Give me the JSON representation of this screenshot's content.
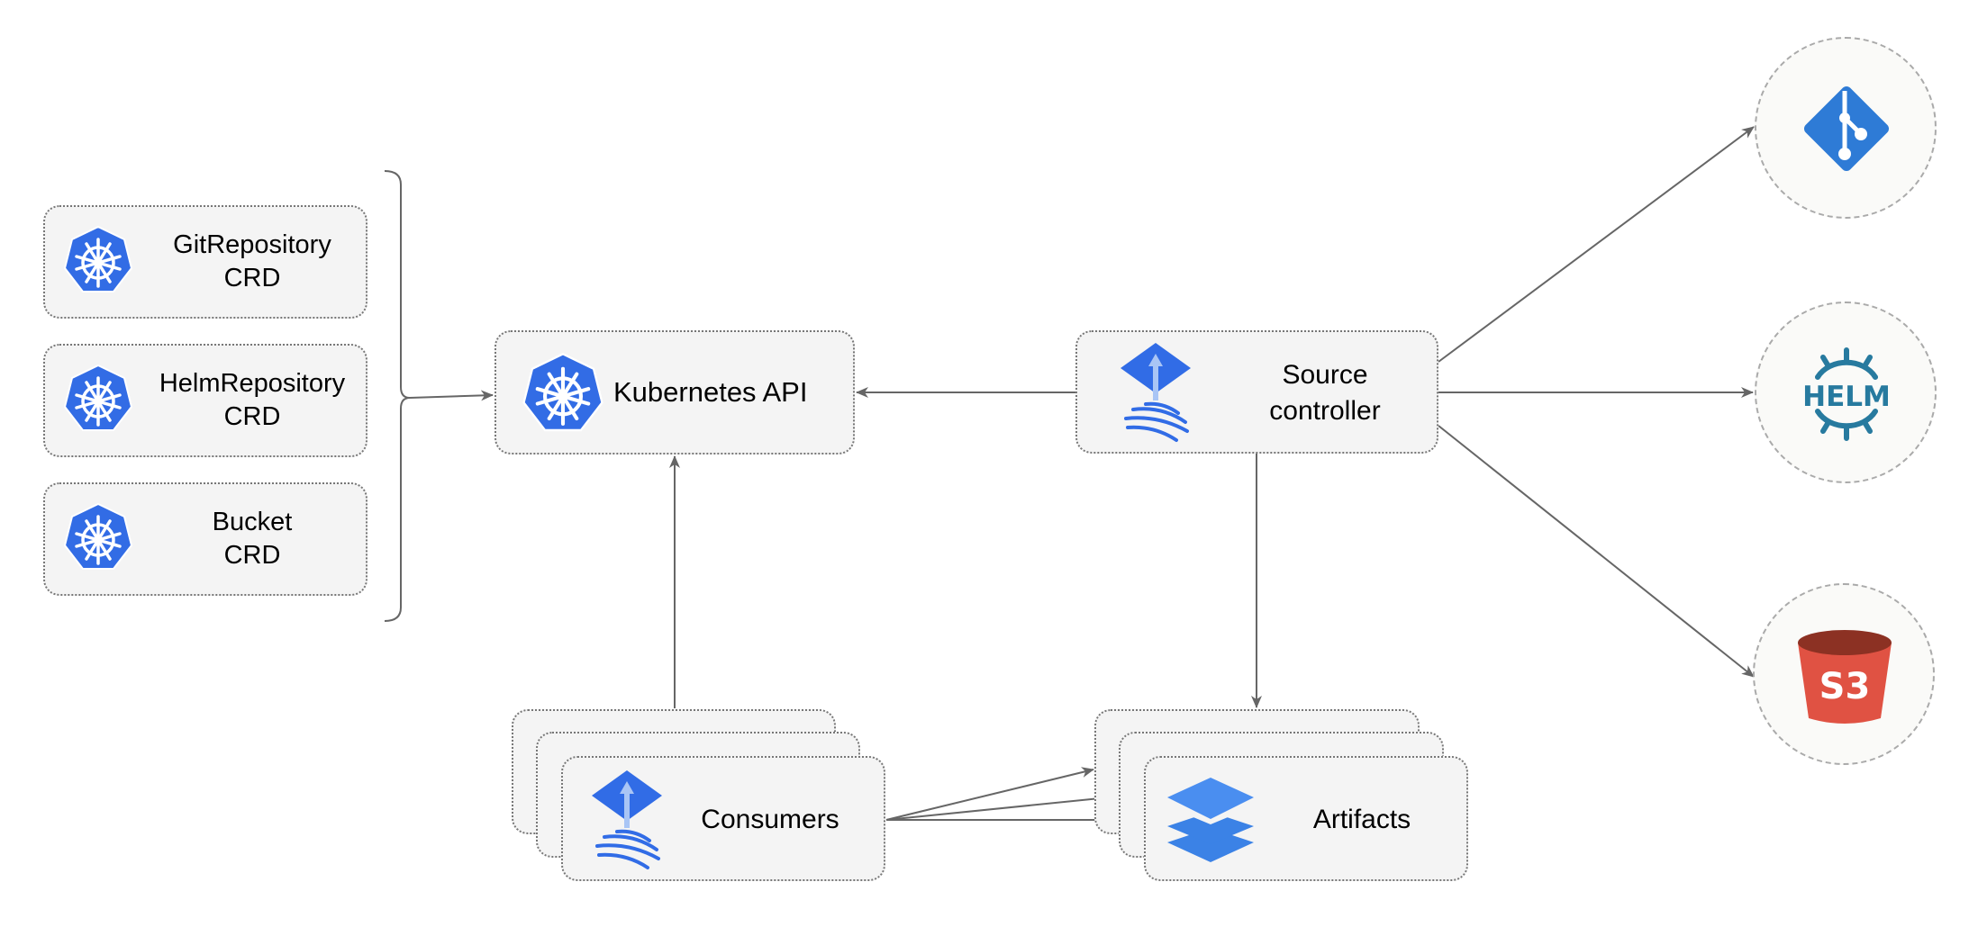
{
  "crds": [
    {
      "line1": "GitRepository",
      "line2": "CRD"
    },
    {
      "line1": "HelmRepository",
      "line2": "CRD"
    },
    {
      "line1": "Bucket",
      "line2": "CRD"
    }
  ],
  "kubernetes_api": {
    "label": "Kubernetes API"
  },
  "source_controller": {
    "line1": "Source",
    "line2": "controller"
  },
  "consumers": {
    "label": "Consumers"
  },
  "artifacts": {
    "label": "Artifacts"
  },
  "sources": {
    "git": {
      "icon": "git-icon"
    },
    "helm": {
      "icon": "helm-icon",
      "text": "HELM"
    },
    "s3": {
      "icon": "s3-bucket-icon",
      "text": "S3"
    }
  },
  "colors": {
    "k8s_blue": "#326ce5",
    "flux_blue": "#316ce6",
    "git_blue": "#2e7bd6",
    "helm_teal": "#277a9f",
    "s3_red": "#e05243",
    "s3_dark": "#8c3123",
    "arrow": "#666666"
  }
}
